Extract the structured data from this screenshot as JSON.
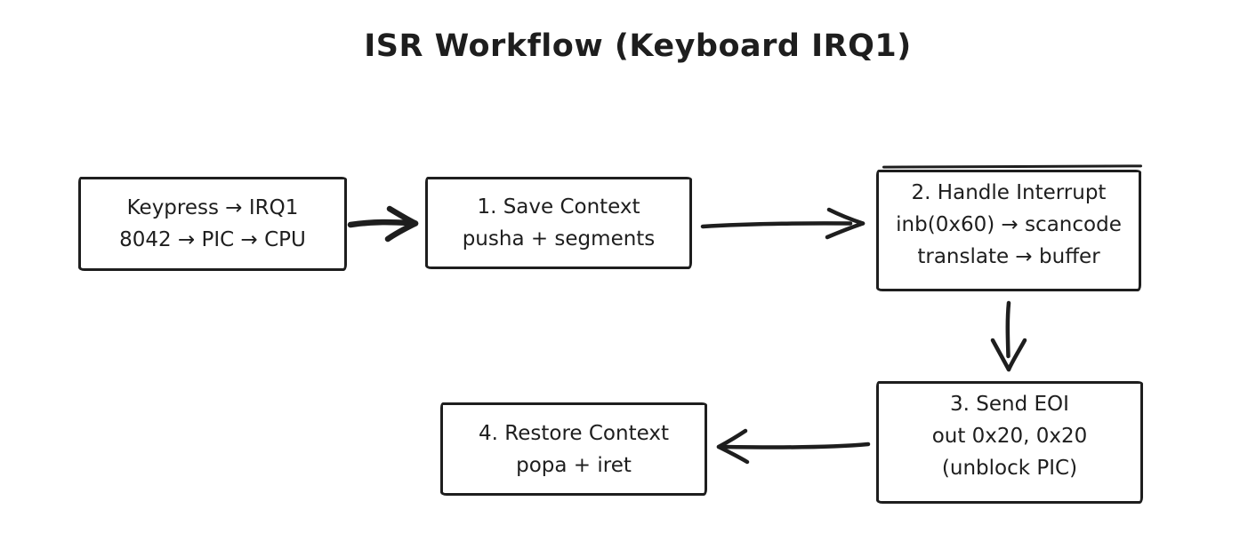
{
  "title": "ISR Workflow (Keyboard IRQ1)",
  "colors": {
    "stroke": "#1e1e1e",
    "background": "#ffffff"
  },
  "nodes": [
    {
      "id": "keypress-event",
      "lines": [
        "Keypress → IRQ1",
        "8042 → PIC → CPU"
      ]
    },
    {
      "id": "save-context",
      "lines": [
        "1. Save Context",
        "pusha + segments"
      ]
    },
    {
      "id": "handle-interrupt",
      "lines": [
        "2. Handle Interrupt",
        "inb(0x60) → scancode",
        "translate → buffer"
      ]
    },
    {
      "id": "send-eoi",
      "lines": [
        "3. Send EOI",
        "out 0x20, 0x20",
        "(unblock PIC)"
      ]
    },
    {
      "id": "restore-context",
      "lines": [
        "4. Restore Context",
        "popa + iret"
      ]
    }
  ],
  "edges": [
    {
      "from": "keypress-event",
      "to": "save-context",
      "direction": "right"
    },
    {
      "from": "save-context",
      "to": "handle-interrupt",
      "direction": "right"
    },
    {
      "from": "handle-interrupt",
      "to": "send-eoi",
      "direction": "down"
    },
    {
      "from": "send-eoi",
      "to": "restore-context",
      "direction": "left"
    }
  ]
}
